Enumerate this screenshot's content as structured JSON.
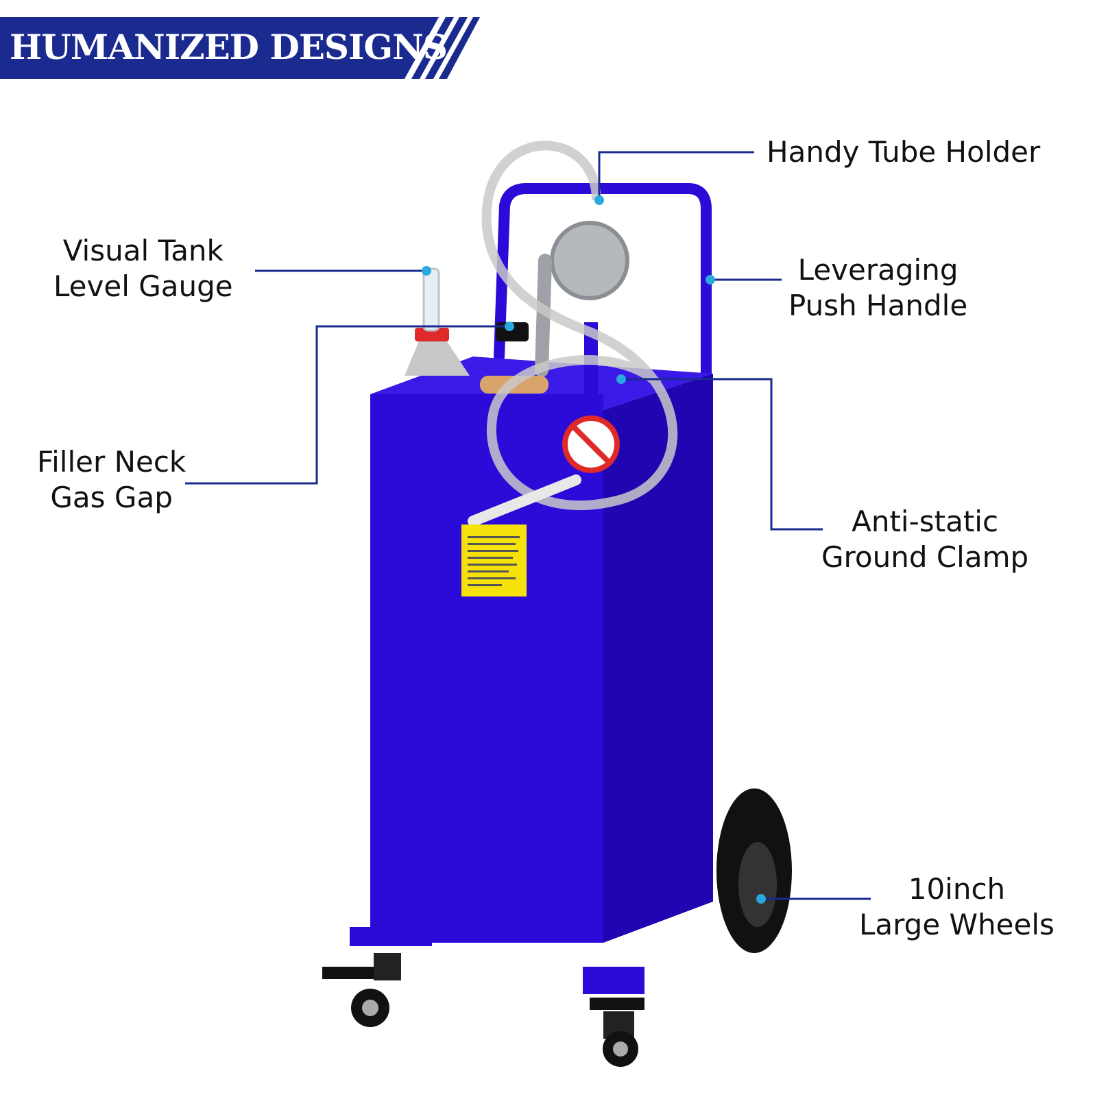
{
  "banner": {
    "title": "HUMANIZED DESIGNS",
    "color": "#1a2a8f"
  },
  "colors": {
    "tank": "#2a0bd8",
    "tank_dark": "#1f06b0",
    "leader_line": "#1a2a8f",
    "leader_dot": "#2aa8e0"
  },
  "callouts": {
    "tube_holder": {
      "lines": [
        "Handy Tube Holder"
      ]
    },
    "tank_gauge": {
      "lines": [
        "Visual Tank",
        "Level Gauge"
      ]
    },
    "push_handle": {
      "lines": [
        "Leveraging",
        "Push Handle"
      ]
    },
    "filler_neck": {
      "lines": [
        "Filler Neck",
        "Gas Gap"
      ]
    },
    "ground_clamp": {
      "lines": [
        "Anti-static",
        "Ground Clamp"
      ]
    },
    "wheels": {
      "lines": [
        "10inch",
        "Large Wheels"
      ]
    }
  }
}
